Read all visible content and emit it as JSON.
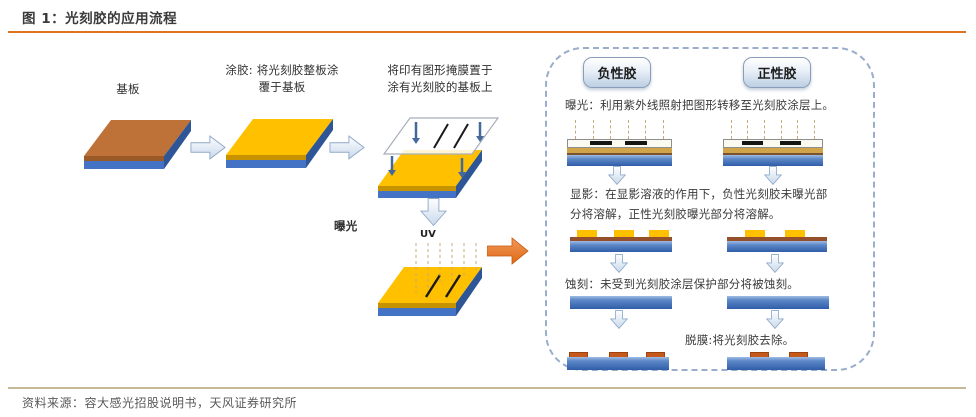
{
  "header": {
    "title": "图 1：光刻胶的应用流程"
  },
  "flow": {
    "step1_label": "基板",
    "step2_label": "涂胶: 将光刻胶整板涂覆于基板",
    "step3_label": "将印有图形掩膜置于涂有光刻胶的基板上",
    "exposure_label": "曝光",
    "uv_label": "UV"
  },
  "panel": {
    "negative_label": "负性胶",
    "positive_label": "正性胶",
    "steps": {
      "exposure": "曝光：利用紫外线照射把图形转移至光刻胶涂层上。",
      "develop": "显影：在显影溶液的作用下，负性光刻胶未曝光部分将溶解，正性光刻胶曝光部分将溶解。",
      "etch": "蚀刻：未受到光刻胶涂层保护部分将被蚀刻。",
      "strip": "脱膜:将光刻胶去除。"
    }
  },
  "footer": {
    "source": "资料来源：容大感光招股说明书，天风证券研究所"
  },
  "colors": {
    "accent_orange": "#DD7420",
    "footer_line": "#C6B897",
    "substrate_brown": "#BE7237",
    "base_blue": "#4472C4",
    "base_blue_dark": "#2E5697",
    "resist_yellow": "#FFC000",
    "resist_gold_dark": "#C79200",
    "mask_black": "#151515",
    "arrow_orange": "#ED7D31",
    "arrow_light": "#EAF0F8",
    "panel_dash_border": "#9AAECB"
  }
}
